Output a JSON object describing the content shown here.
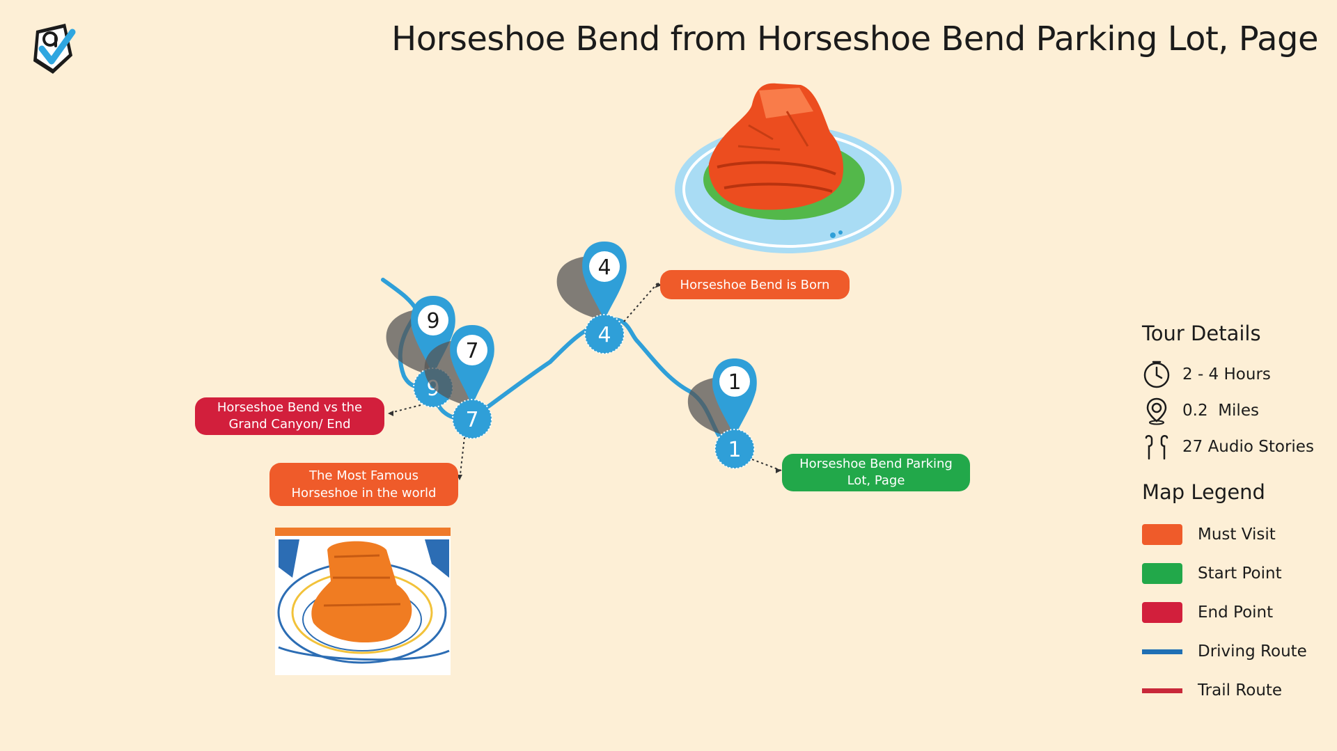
{
  "page": {
    "title": "Horseshoe Bend from Horseshoe Bend Parking Lot, Page"
  },
  "colors": {
    "background": "#fdefd6",
    "route_blue": "#2f9fd8",
    "must_visit": "#ef5b2a",
    "start_point": "#22a84a",
    "end_point": "#d21f3c",
    "driving_route": "#1f6fb4",
    "trail_route": "#c8283a"
  },
  "stops": [
    {
      "number": "1",
      "label": "Horseshoe Bend Parking Lot, Page",
      "category": "start"
    },
    {
      "number": "4",
      "label": "Horseshoe Bend is Born",
      "category": "must-visit"
    },
    {
      "number": "7",
      "label": "The Most Famous Horseshoe in the world",
      "category": "must-visit"
    },
    {
      "number": "9",
      "label": "Horseshoe Bend vs the Grand Canyon/ End",
      "category": "end"
    }
  ],
  "tour_details": {
    "heading": "Tour Details",
    "items": [
      {
        "icon": "clock-icon",
        "text": "2 - 4 Hours"
      },
      {
        "icon": "location-pin-icon",
        "text": "0.2  Miles"
      },
      {
        "icon": "earbuds-icon",
        "text": "27 Audio Stories"
      }
    ]
  },
  "legend": {
    "heading": "Map Legend",
    "items": [
      {
        "label": "Must Visit",
        "color": "#ef5b2a",
        "kind": "box"
      },
      {
        "label": "Start Point",
        "color": "#22a84a",
        "kind": "box"
      },
      {
        "label": "End Point",
        "color": "#d21f3c",
        "kind": "box"
      },
      {
        "label": "Driving Route",
        "color": "#1f6fb4",
        "kind": "line"
      },
      {
        "label": "Trail Route",
        "color": "#c8283a",
        "kind": "line"
      }
    ]
  }
}
